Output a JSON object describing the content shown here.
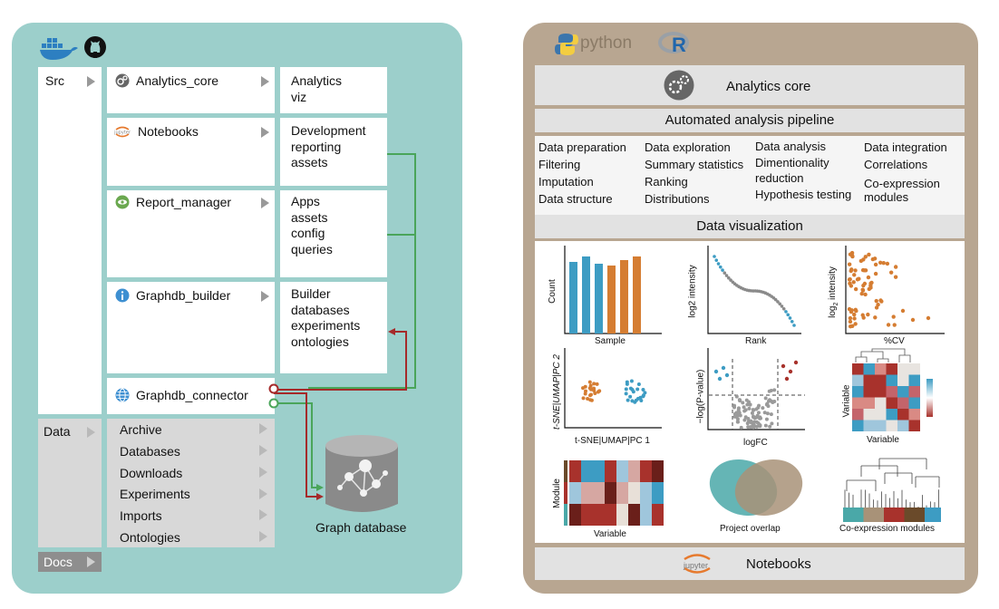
{
  "left_panel": {
    "src": {
      "label": "Src"
    },
    "modules": [
      {
        "label": "Analytics_core",
        "icon": "gear-icon",
        "folder": [
          "Analytics",
          "viz"
        ]
      },
      {
        "label": "Notebooks",
        "icon": "jupyter-icon",
        "folder": [
          "Development",
          "reporting",
          "assets"
        ]
      },
      {
        "label": "Report_manager",
        "icon": "eye-icon",
        "folder": [
          "Apps",
          "assets",
          "config",
          "queries"
        ]
      },
      {
        "label": "Graphdb_builder",
        "icon": "info-icon",
        "folder": [
          "Builder",
          "databases",
          "experiments",
          "ontologies"
        ]
      },
      {
        "label": "Graphdb_connector",
        "icon": "globe-icon"
      }
    ],
    "data": {
      "label": "Data",
      "items": [
        "Archive",
        "Databases",
        "Downloads",
        "Experiments",
        "Imports",
        "Ontologies"
      ]
    },
    "docs": {
      "label": "Docs"
    },
    "graph_database": {
      "label": "Graph database"
    },
    "colors": {
      "connector_red": "#a52a2a",
      "connector_green": "#4aa55a",
      "panel": "#9ccfcb"
    }
  },
  "right_panel": {
    "header": {
      "python": "python",
      "r": "R"
    },
    "analytics_core": "Analytics core",
    "pipeline": "Automated analysis pipeline",
    "columns": [
      [
        "Data preparation",
        "Filtering",
        "Imputation",
        "Data structure"
      ],
      [
        "Data exploration",
        "Summary statistics",
        "Ranking",
        "Distributions"
      ],
      [
        "Data analysis",
        "Dimentionality",
        "reduction",
        "Hypothesis testing"
      ],
      [
        "Data integration",
        "Correlations",
        "Co-expression",
        "modules"
      ]
    ],
    "visualization": "Data visualization",
    "notebooks": "Notebooks",
    "jupyter": "jupyter",
    "colors": {
      "panel": "#b8a691",
      "blue": "#3d9cc3",
      "orange": "#d57d32",
      "red": "#a8322c"
    }
  },
  "plots": {
    "bar": {
      "ylabel": "Count",
      "xlabel": "Sample"
    },
    "rank": {
      "ylabel": "log2 intensity",
      "xlabel": "Rank"
    },
    "cv": {
      "ylabel_main": "log",
      "ylabel_sub": "2",
      "ylabel_tail": " intensity",
      "xlabel": "%CV"
    },
    "dimred": {
      "ylabel": "t-SNE|UMAP|PC 2",
      "xlabel": "t-SNE|UMAP|PC 1"
    },
    "volcano": {
      "ylabel": "−log(P-value)",
      "xlabel": "logFC"
    },
    "heatmap_corr": {
      "ylabel": "Variable",
      "xlabel": "Variable"
    },
    "module_heatmap": {
      "ylabel": "Module",
      "xlabel": "Variable"
    },
    "venn": {
      "xlabel": "Project overlap"
    },
    "dendro": {
      "xlabel": "Co-expression modules"
    }
  }
}
